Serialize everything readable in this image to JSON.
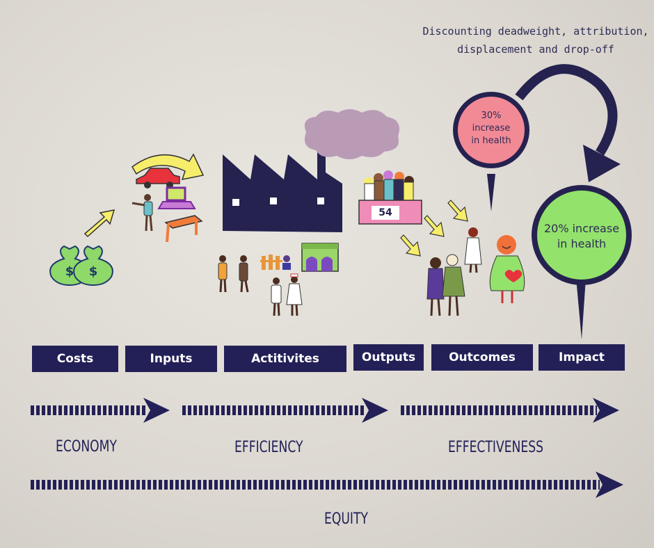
{
  "note": {
    "line1": "Discounting deadweight, attribution,",
    "line2": "displacement and drop-off"
  },
  "bubbles": {
    "outcome": [
      "30%",
      "increase",
      "in health"
    ],
    "impact": [
      "20% increase",
      "in health"
    ]
  },
  "factory_sign": "54",
  "stages": [
    "Costs",
    "Inputs",
    "Actitivites",
    "Outputs",
    "Outcomes",
    "Impact"
  ],
  "measures": {
    "economy": "ECONOMY",
    "efficiency": "EFFICIENCY",
    "effectiveness": "EFFECTIVENESS",
    "equity": "EQUITY"
  },
  "colors": {
    "navy": "#232057",
    "pink": "#f28a96",
    "green": "#93e26c",
    "purple_cloud": "#b99bb6"
  }
}
